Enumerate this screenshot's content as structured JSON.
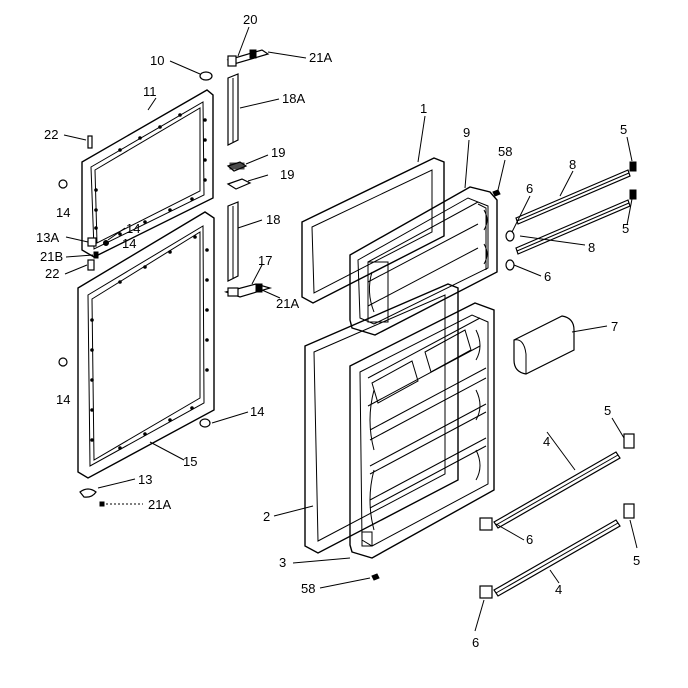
{
  "diagram": {
    "callouts": [
      {
        "id": "c20",
        "text": "20"
      },
      {
        "id": "c21a-top",
        "text": "21A"
      },
      {
        "id": "c10",
        "text": "10"
      },
      {
        "id": "c11",
        "text": "11"
      },
      {
        "id": "c18a",
        "text": "18A"
      },
      {
        "id": "c1",
        "text": "1"
      },
      {
        "id": "c9",
        "text": "9"
      },
      {
        "id": "c58-top",
        "text": "58"
      },
      {
        "id": "c5-a",
        "text": "5"
      },
      {
        "id": "c22-top",
        "text": "22"
      },
      {
        "id": "c19-a",
        "text": "19"
      },
      {
        "id": "c19-b",
        "text": "19"
      },
      {
        "id": "c8-a",
        "text": "8"
      },
      {
        "id": "c6-a",
        "text": "6"
      },
      {
        "id": "c5-b",
        "text": "5"
      },
      {
        "id": "c14-a",
        "text": "14"
      },
      {
        "id": "c18",
        "text": "18"
      },
      {
        "id": "c14-b",
        "text": "14"
      },
      {
        "id": "c13a",
        "text": "13A"
      },
      {
        "id": "c14-c",
        "text": "14"
      },
      {
        "id": "c8-b",
        "text": "8"
      },
      {
        "id": "c21b",
        "text": "21B"
      },
      {
        "id": "c22-bot",
        "text": "22"
      },
      {
        "id": "c17",
        "text": "17"
      },
      {
        "id": "c6-b",
        "text": "6"
      },
      {
        "id": "c21a-mid",
        "text": "21A"
      },
      {
        "id": "c7",
        "text": "7"
      },
      {
        "id": "c14-d",
        "text": "14"
      },
      {
        "id": "c14-e",
        "text": "14"
      },
      {
        "id": "c5-c",
        "text": "5"
      },
      {
        "id": "c4-a",
        "text": "4"
      },
      {
        "id": "c15",
        "text": "15"
      },
      {
        "id": "c13",
        "text": "13"
      },
      {
        "id": "c21a-bot",
        "text": "21A"
      },
      {
        "id": "c2",
        "text": "2"
      },
      {
        "id": "c6-c",
        "text": "6"
      },
      {
        "id": "c3",
        "text": "3"
      },
      {
        "id": "c5-d",
        "text": "5"
      },
      {
        "id": "c58-bot",
        "text": "58"
      },
      {
        "id": "c4-b",
        "text": "4"
      },
      {
        "id": "c6-d",
        "text": "6"
      }
    ]
  }
}
